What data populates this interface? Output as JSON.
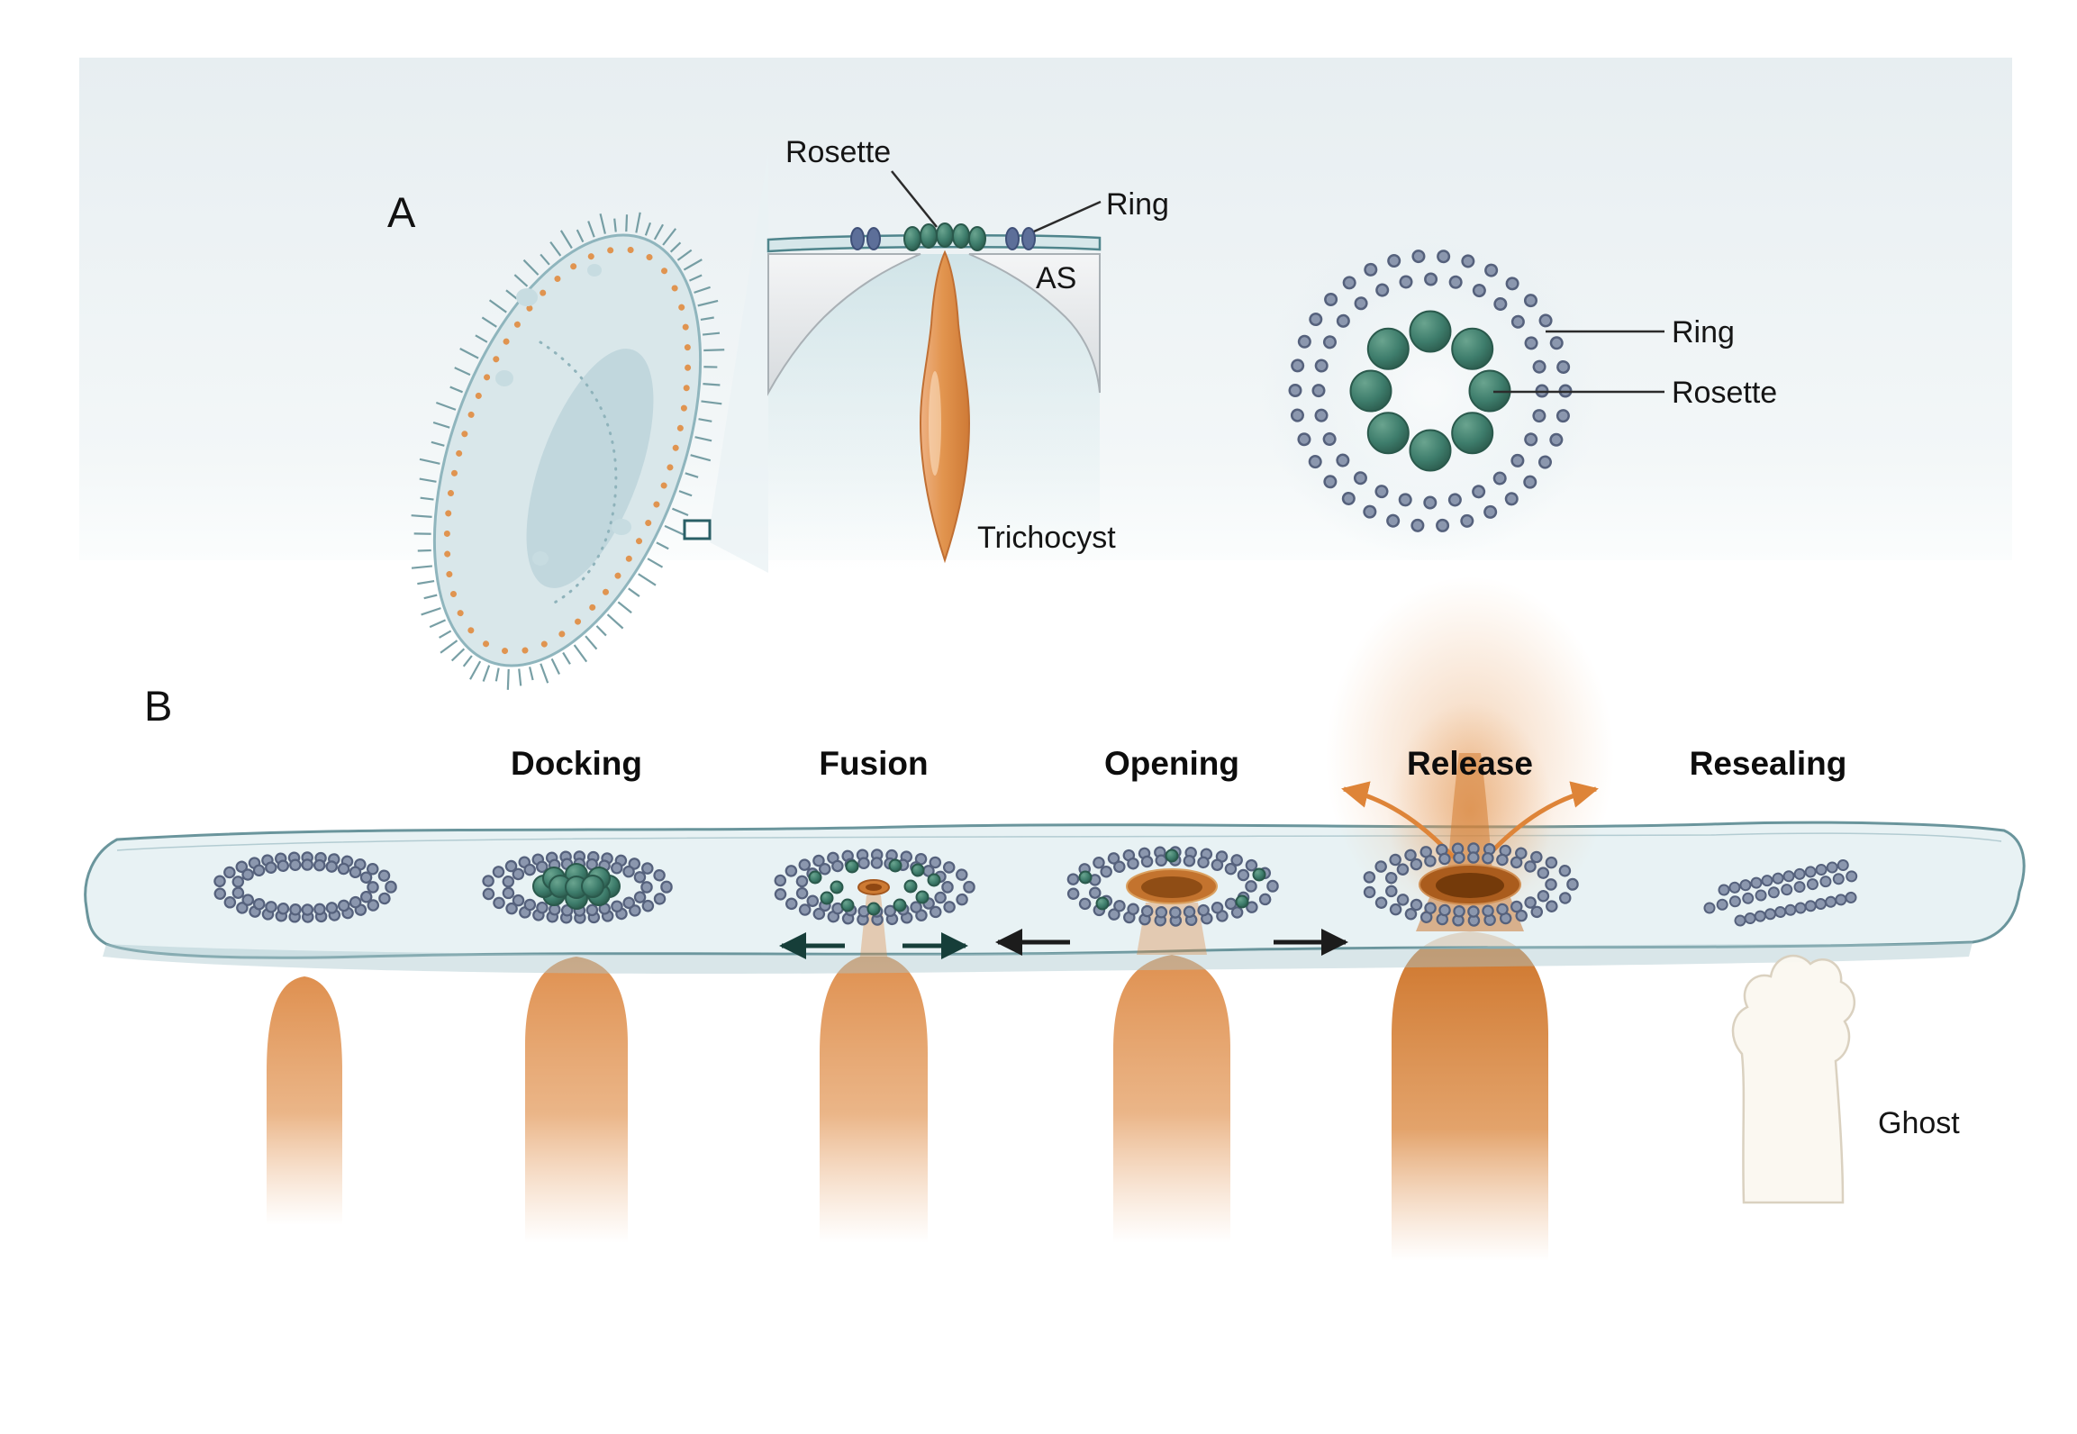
{
  "figure": {
    "panel_a": {
      "label": "A",
      "labels": {
        "rosette": "Rosette",
        "ring": "Ring",
        "as": "AS",
        "trichocyst": "Trichocyst"
      },
      "top_view": {
        "ring": "Ring",
        "rosette": "Rosette"
      }
    },
    "panel_b": {
      "label": "B",
      "stages": [
        {
          "label": "Docking"
        },
        {
          "label": "Fusion"
        },
        {
          "label": "Opening"
        },
        {
          "label": "Release"
        },
        {
          "label": "Resealing"
        }
      ],
      "ghost": "Ghost"
    },
    "colors": {
      "background_band": "#e8eef1",
      "trichocyst_orange": "#dd8c4a",
      "rosette_green": "#3e7d6c",
      "ring_bead_gray": "#7e8aa2",
      "membrane_teal": "#5d8f96",
      "ghost_cream": "#fbf8f1"
    }
  }
}
